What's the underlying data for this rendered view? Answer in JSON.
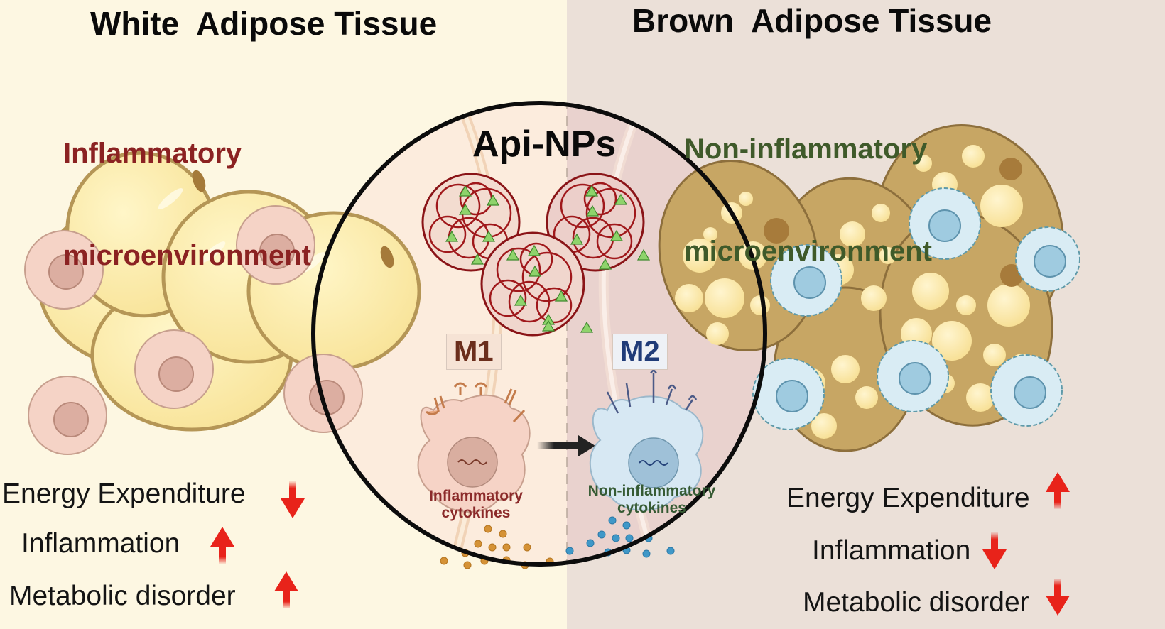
{
  "left_panel": {
    "title": "White  Adipose Tissue",
    "subtitle_line1": "Inflammatory",
    "subtitle_line2": "microenvironment",
    "effects": [
      {
        "label": "Energy Expenditure",
        "direction": "down"
      },
      {
        "label": "Inflammation",
        "direction": "up"
      },
      {
        "label": "Metabolic disorder",
        "direction": "up"
      }
    ]
  },
  "right_panel": {
    "title": "Brown  Adipose Tissue",
    "subtitle_line1": "Non-inflammatory",
    "subtitle_line2": "microenvironment",
    "effects": [
      {
        "label": "Energy Expenditure",
        "direction": "up"
      },
      {
        "label": "Inflammation",
        "direction": "down"
      },
      {
        "label": "Metabolic disorder",
        "direction": "down"
      }
    ]
  },
  "center": {
    "nanoparticle_label": "Api-NPs",
    "m1_label": "M1",
    "m2_label": "M2",
    "m1_cytokines": "Inflammatory cytokines",
    "m1_cytokines_line1": "Inflammatory",
    "m1_cytokines_line2": "cytokines",
    "m2_cytokines_line1": "Non-inflammatory",
    "m2_cytokines_line2": "cytokines"
  },
  "colors": {
    "left_bg": "#fdf7e2",
    "right_bg": "#ebe0d8",
    "inflammatory_text": "#8b2222",
    "non_inflammatory_text": "#3f5a2a",
    "arrow_red": "#e8231a",
    "m1_cell": "#f6d3c6",
    "m2_cell": "#d7e8f3",
    "white_adipocyte": "#fbeaa6",
    "brown_adipocyte": "#c7a664"
  }
}
